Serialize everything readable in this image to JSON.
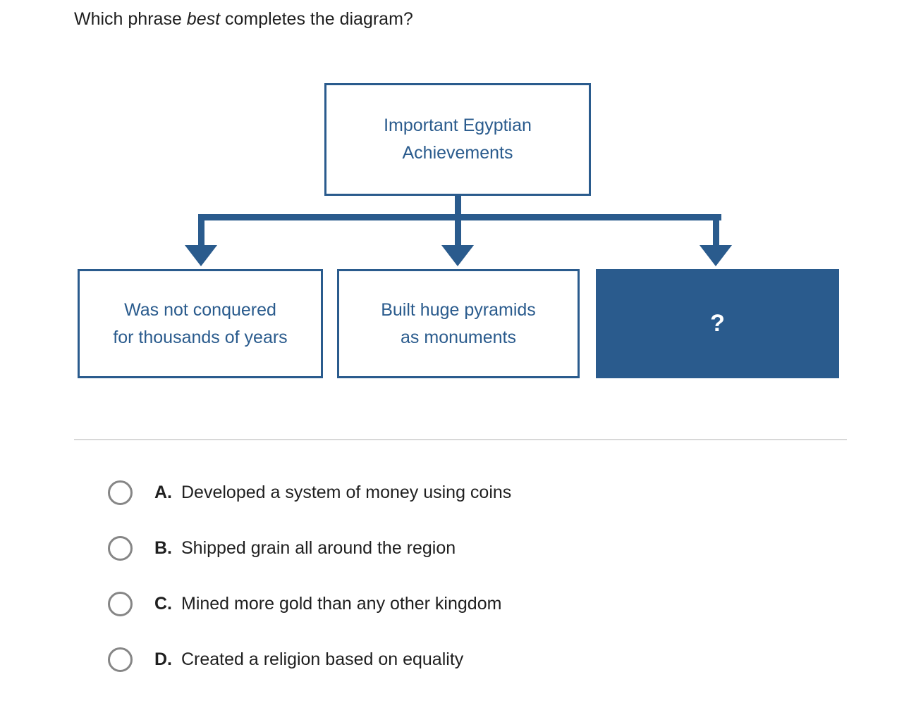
{
  "question": {
    "prefix": "Which phrase ",
    "emphasis": "best",
    "suffix": " completes the diagram?"
  },
  "diagram": {
    "root": "Important Egyptian\nAchievements",
    "children": [
      "Was not conquered\nfor thousands of years",
      "Built huge pyramids\nas monuments",
      "?"
    ],
    "colors": {
      "line": "#2a5b8d",
      "box_border": "#2a5b8d",
      "box_text": "#2a5b8d",
      "filled_box_bg": "#2a5b8d",
      "filled_box_text": "#ffffff"
    }
  },
  "options": [
    {
      "letter": "A.",
      "text": "Developed a system of money using coins"
    },
    {
      "letter": "B.",
      "text": "Shipped grain all around the region"
    },
    {
      "letter": "C.",
      "text": "Mined more gold than any other kingdom"
    },
    {
      "letter": "D.",
      "text": "Created a religion based on equality"
    }
  ]
}
